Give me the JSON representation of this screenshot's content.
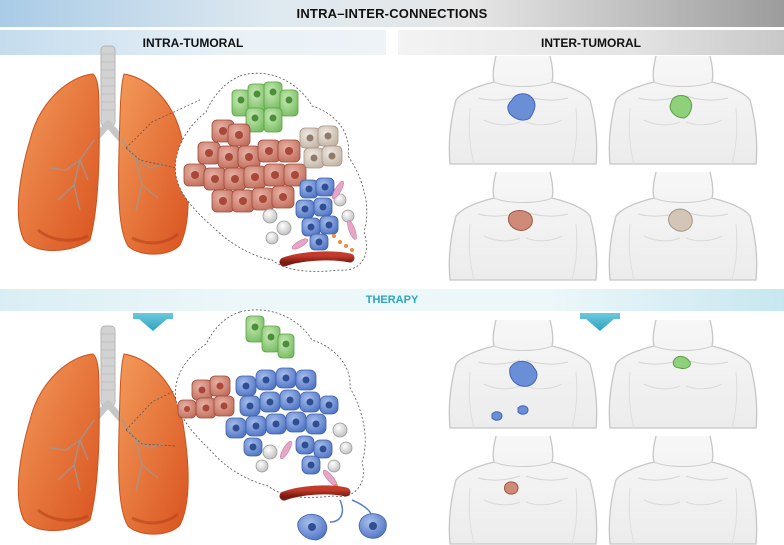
{
  "header": {
    "title": "INTRA–INTER-CONNECTIONS"
  },
  "sections": {
    "left_title": "INTRA-TUMORAL",
    "right_title": "INTER-TUMORAL"
  },
  "therapy": {
    "label": "THERAPY"
  },
  "colors": {
    "lung": "#e8692b",
    "clone_blue": "#5b7fc9",
    "clone_green": "#8cc978",
    "clone_red": "#c9705f",
    "clone_beige": "#cdbfb2",
    "therapy_arrow": "#3fb3cc"
  },
  "icons": [
    "lung-icon",
    "trachea-icon",
    "torso-icon",
    "tumor-icon",
    "down-arrow-icon",
    "blood-vessel-icon",
    "cell-icon"
  ]
}
